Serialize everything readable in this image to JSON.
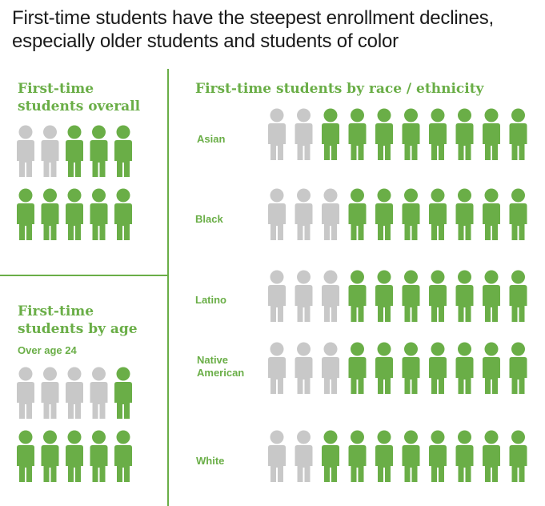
{
  "title": "First-time students have the steepest enrollment declines, especially older students and students of color",
  "colors": {
    "accent": "#6aae47",
    "inactive": "#c8c8c8"
  },
  "chart_data": [
    {
      "type": "pictogram",
      "title": "First-time students overall",
      "icons_total": 10,
      "icons_gray": 2,
      "icons_green": 8
    },
    {
      "type": "pictogram",
      "title": "First-time students by age",
      "subtitle": "Over age 24",
      "icons_total": 10,
      "icons_gray": 4,
      "icons_green": 6
    },
    {
      "type": "pictogram",
      "title": "First-time students by race / ethnicity",
      "icons_per_row": 10,
      "rows": [
        {
          "label": "Asian",
          "gray": 2,
          "green": 8
        },
        {
          "label": "Black",
          "gray": 3,
          "green": 7
        },
        {
          "label": "Latino",
          "gray": 3,
          "green": 7
        },
        {
          "label": "Native\nAmerican",
          "gray": 3,
          "green": 7
        },
        {
          "label": "White",
          "gray": 2,
          "green": 8
        }
      ]
    }
  ]
}
